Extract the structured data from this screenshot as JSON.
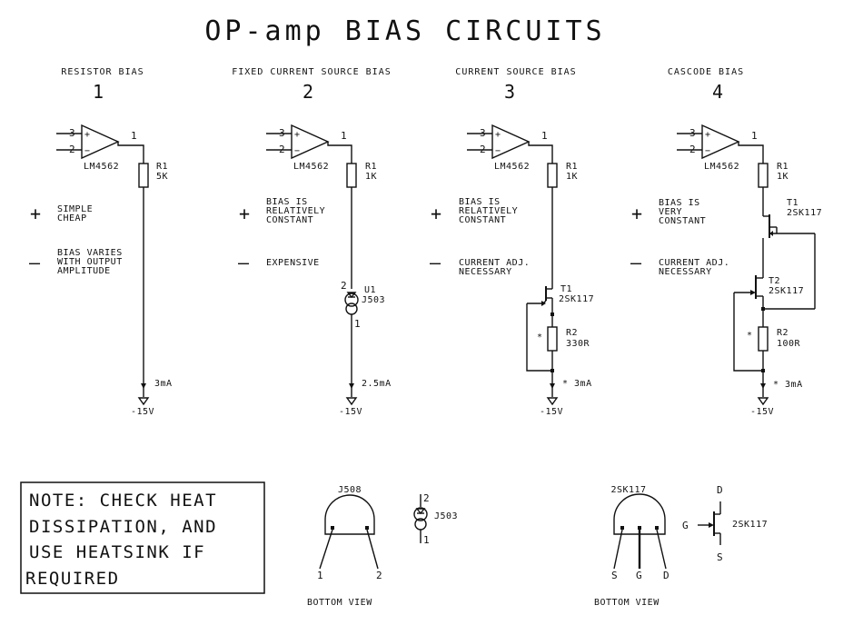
{
  "title": "OP-amp BIAS CIRCUITS",
  "sections": [
    {
      "heading": "RESISTOR BIAS",
      "number": "1",
      "opamp": "LM4562",
      "out_pin": "1",
      "pin_a": "3",
      "pin_b": "2",
      "r1": "R1",
      "r1_val": "5K",
      "plus_lines": [
        "SIMPLE",
        "CHEAP"
      ],
      "minus_lines": [
        "BIAS VARIES",
        "WITH OUTPUT",
        "AMPLITUDE"
      ],
      "current": "3mA",
      "supply": "-15V"
    },
    {
      "heading": "FIXED CURRENT SOURCE BIAS",
      "number": "2",
      "opamp": "LM4562",
      "out_pin": "1",
      "pin_a": "3",
      "pin_b": "2",
      "r1": "R1",
      "r1_val": "1K",
      "plus_lines": [
        "BIAS IS",
        "RELATIVELY",
        "CONSTANT"
      ],
      "minus_lines": [
        "EXPENSIVE"
      ],
      "u1": "U1",
      "u1_val": "J503",
      "u1_pin_top": "2",
      "u1_pin_bot": "1",
      "current": "2.5mA",
      "supply": "-15V"
    },
    {
      "heading": "CURRENT SOURCE BIAS",
      "number": "3",
      "opamp": "LM4562",
      "out_pin": "1",
      "pin_a": "3",
      "pin_b": "2",
      "r1": "R1",
      "r1_val": "1K",
      "plus_lines": [
        "BIAS IS",
        "RELATIVELY",
        "CONSTANT"
      ],
      "minus_lines": [
        "CURRENT ADJ.",
        "NECESSARY"
      ],
      "t1": "T1",
      "t1_val": "2SK117",
      "r2": "R2",
      "r2_val": "330R",
      "star": "*",
      "current": "* 3mA",
      "supply": "-15V"
    },
    {
      "heading": "CASCODE BIAS",
      "number": "4",
      "opamp": "LM4562",
      "out_pin": "1",
      "pin_a": "3",
      "pin_b": "2",
      "r1": "R1",
      "r1_val": "1K",
      "plus_lines": [
        "BIAS IS",
        "VERY",
        "CONSTANT"
      ],
      "minus_lines": [
        "CURRENT ADJ.",
        "NECESSARY"
      ],
      "t1": "T1",
      "t1_val": "2SK117",
      "t2": "T2",
      "t2_val": "2SK117",
      "r2": "R2",
      "r2_val": "100R",
      "star": "*",
      "current": "* 3mA",
      "supply": "-15V"
    }
  ],
  "signs": {
    "plus": "+",
    "minus": "—"
  },
  "note_lines": [
    "NOTE: CHECK HEAT",
    "DISSIPATION, AND",
    "USE HEATSINK IF",
    "REQUIRED"
  ],
  "j508": {
    "label": "J508",
    "pin1": "1",
    "pin2": "2",
    "bottom": "BOTTOM VIEW"
  },
  "j503_symbol": {
    "label": "J503",
    "pin_top": "2",
    "pin_bot": "1"
  },
  "sk117_pkg": {
    "label": "2SK117",
    "pins": [
      "S",
      "G",
      "D"
    ],
    "bottom": "BOTTOM VIEW"
  },
  "sk117_symbol": {
    "label": "2SK117",
    "d": "D",
    "g": "G",
    "s": "S"
  }
}
